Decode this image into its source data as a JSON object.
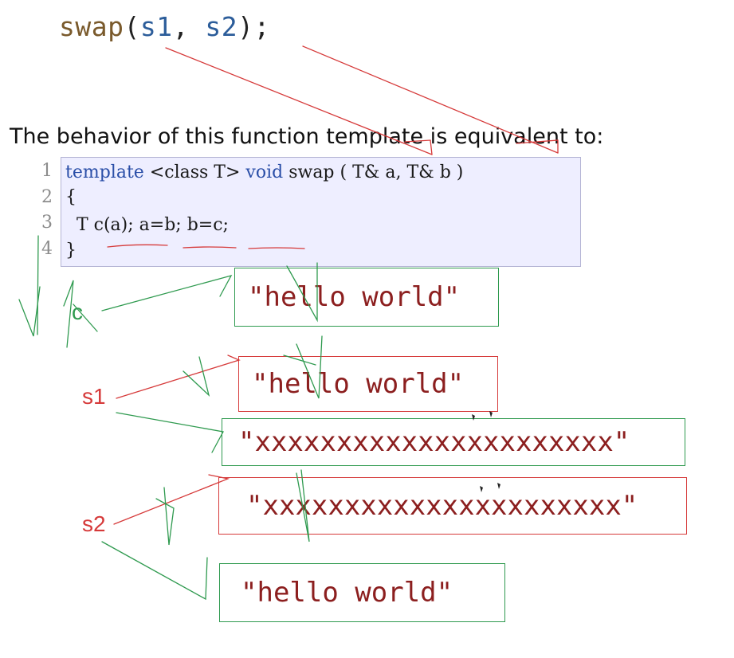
{
  "call": {
    "fn": "swap",
    "open": "(",
    "arg1": "s1",
    "comma": ", ",
    "arg2": "s2",
    "close": ");"
  },
  "description": "The behavior of this function template is equivalent to:",
  "code": {
    "line_numbers": [
      "1",
      "2",
      "3",
      "4"
    ],
    "line1_kw1": "template",
    "line1_mid": " <class T> ",
    "line1_kw2": "void",
    "line1_rest": " swap ( T& a, T& b )",
    "line2": "{",
    "line3": "  T c(a); a=b; b=c;",
    "line4": "}"
  },
  "boxes": [
    {
      "text": "\"hello world\""
    },
    {
      "text": "\"hello world\""
    },
    {
      "text": "\"xxxxxxxxxxxxxxxxxxxxxx\""
    },
    {
      "text": "\"xxxxxxxxxxxxxxxxxxxxxx\""
    },
    {
      "text": "\"hello world\""
    }
  ],
  "labels": {
    "c": "c",
    "s1": "s1",
    "s2": "s2"
  },
  "colors": {
    "green": "#2f9a4f",
    "red": "#d63a3a",
    "code_bg": "#eeeeff",
    "string_text": "#8c1f1f"
  }
}
